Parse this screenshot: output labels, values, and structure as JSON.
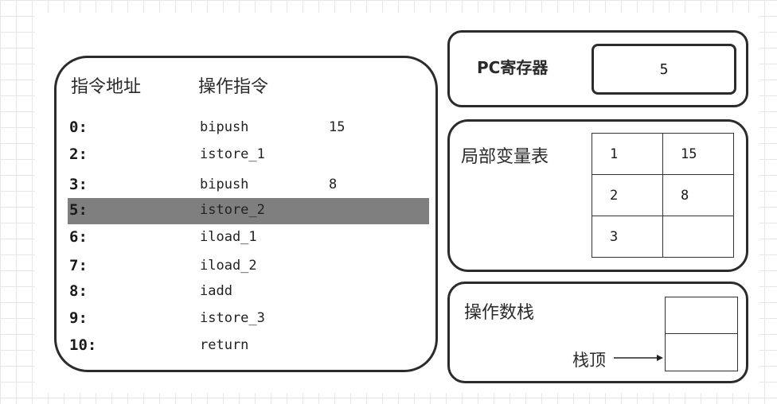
{
  "instructions": {
    "header_address": "指令地址",
    "header_opcode": "操作指令",
    "rows": [
      {
        "addr": "0:",
        "op": "bipush",
        "arg": "15"
      },
      {
        "addr": "2:",
        "op": "istore_1",
        "arg": ""
      },
      {
        "addr": "3:",
        "op": "bipush",
        "arg": "8"
      },
      {
        "addr": "5:",
        "op": "istore_2",
        "arg": ""
      },
      {
        "addr": "6:",
        "op": "iload_1",
        "arg": ""
      },
      {
        "addr": "7:",
        "op": "iload_2",
        "arg": ""
      },
      {
        "addr": "8:",
        "op": "iadd",
        "arg": ""
      },
      {
        "addr": "9:",
        "op": "istore_3",
        "arg": ""
      },
      {
        "addr": "10:",
        "op": "return",
        "arg": ""
      }
    ],
    "highlighted_row_index": 3
  },
  "pc_register": {
    "label": "PC寄存器",
    "value": "5"
  },
  "local_variables": {
    "label": "局部变量表",
    "rows": [
      [
        "1",
        "15"
      ],
      [
        "2",
        "8"
      ],
      [
        "3",
        ""
      ]
    ]
  },
  "operand_stack": {
    "label": "操作数栈",
    "top_label": "栈顶",
    "slots": [
      "",
      ""
    ]
  },
  "colors": {
    "highlight": "#7f7f7f",
    "border": "#2b2b2b"
  }
}
